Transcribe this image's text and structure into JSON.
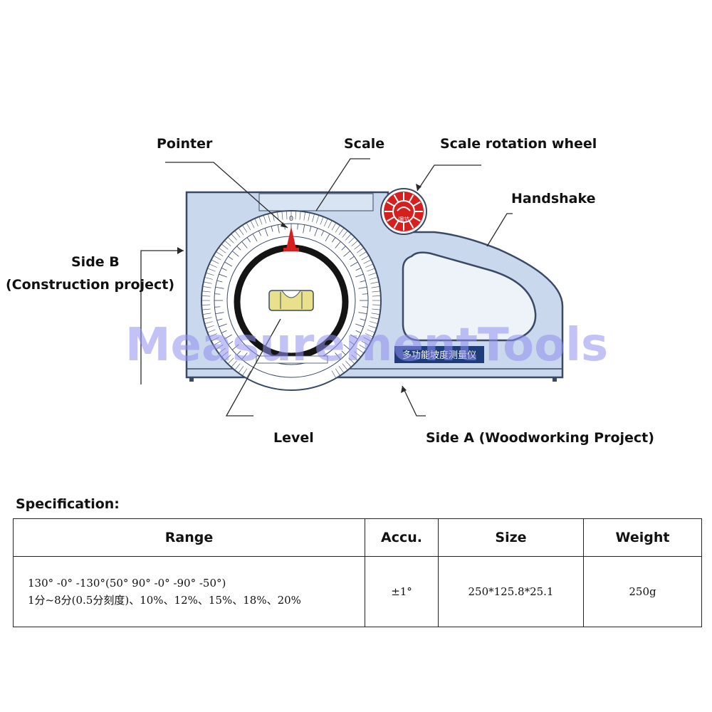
{
  "diagram": {
    "labels": {
      "pointer": "Pointer",
      "scale": "Scale",
      "wheel": "Scale rotation wheel",
      "handshake": "Handshake",
      "side_b_line1": "Side B",
      "side_b_line2": "(Construction project)",
      "level": "Level",
      "side_a": "Side A (Woodworking Project)"
    },
    "device_nameplate": "多功能坡度测量仪",
    "wheel_caption": "调节",
    "watermark": "MeasurementTools",
    "colors": {
      "body": "#c9d8ec",
      "outline": "#3a4a66",
      "wheel": "#d61f1f",
      "pointer": "#d61f1f",
      "level_vial": "#e8e08a",
      "watermark": "#8f8ff0"
    }
  },
  "spec": {
    "heading": "Specification:",
    "headers": [
      "Range",
      "Accu.",
      "Size",
      "Weight"
    ],
    "row": {
      "range_line1": "130° -0° -130°(50° 90° -0° -90° -50°)",
      "range_line2": "1分~8分(0.5分刻度)、10%、12%、15%、18%、20%",
      "accuracy": "±1°",
      "size": "250*125.8*25.1",
      "weight": "250g"
    }
  }
}
